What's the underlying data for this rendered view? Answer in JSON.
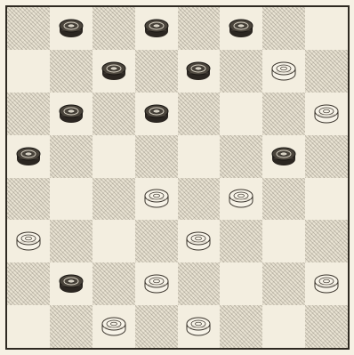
{
  "board": {
    "rows": 8,
    "cols": 8,
    "dark_color": "#e9e3d3",
    "light_color": "#f3eee0",
    "border_color": "#2f2a22"
  },
  "pieces": {
    "black": [
      {
        "row": 0,
        "col": 1
      },
      {
        "row": 0,
        "col": 3
      },
      {
        "row": 0,
        "col": 5
      },
      {
        "row": 1,
        "col": 2
      },
      {
        "row": 1,
        "col": 4
      },
      {
        "row": 2,
        "col": 1
      },
      {
        "row": 2,
        "col": 3
      },
      {
        "row": 3,
        "col": 0
      },
      {
        "row": 3,
        "col": 6
      },
      {
        "row": 6,
        "col": 1
      }
    ],
    "white": [
      {
        "row": 1,
        "col": 6
      },
      {
        "row": 2,
        "col": 7
      },
      {
        "row": 4,
        "col": 3
      },
      {
        "row": 4,
        "col": 5
      },
      {
        "row": 5,
        "col": 0
      },
      {
        "row": 5,
        "col": 4
      },
      {
        "row": 6,
        "col": 3
      },
      {
        "row": 6,
        "col": 7
      },
      {
        "row": 7,
        "col": 2
      },
      {
        "row": 7,
        "col": 4
      }
    ],
    "colors": {
      "black_body": "#2b2621",
      "black_top": "#4a443b",
      "white_body": "#f7f3e8",
      "white_stroke": "#3a342c"
    }
  }
}
